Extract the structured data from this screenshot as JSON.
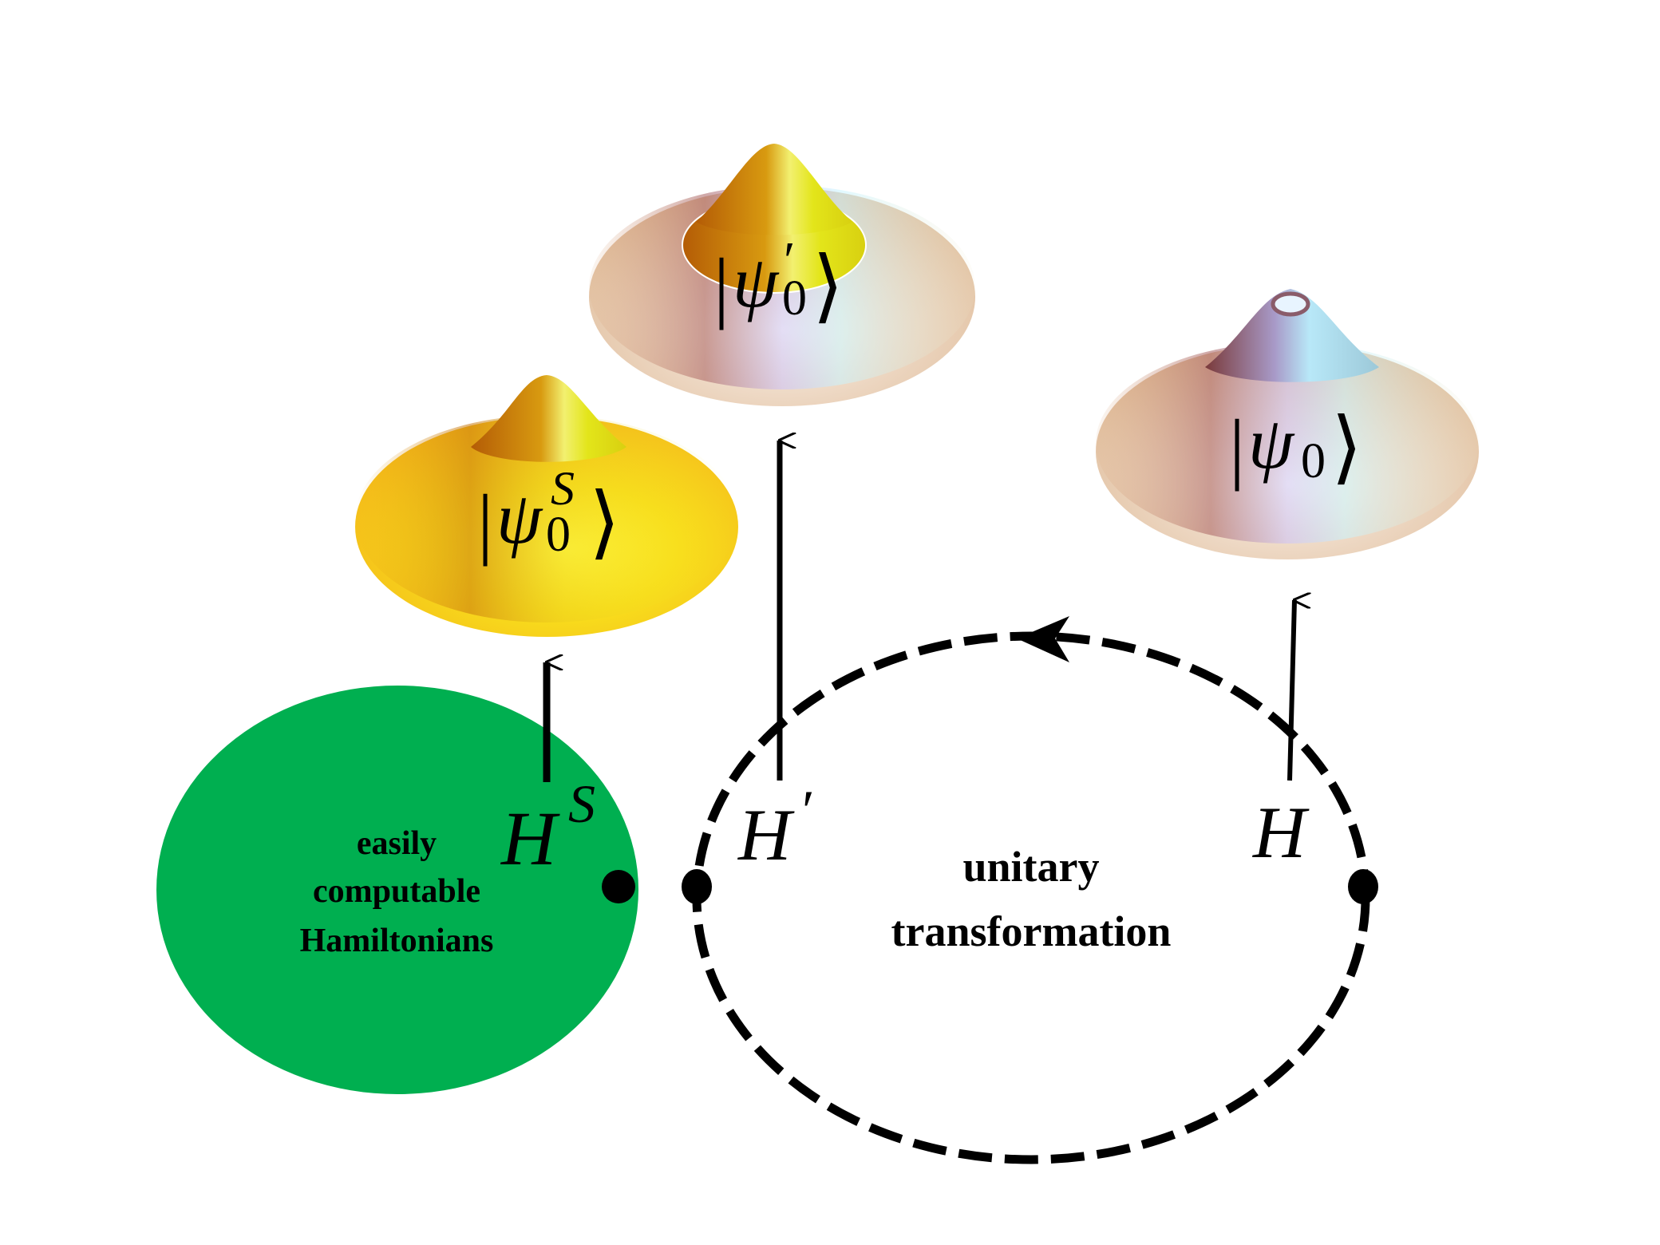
{
  "diagram": {
    "colors": {
      "green_region": "#00AF50",
      "background": "#FFFFFF",
      "line": "#000000",
      "yellow_surface": "#F5C518",
      "pastel_surface": "#E2C9A8"
    },
    "green_region": {
      "label_lines": [
        "easily",
        "computable",
        "Hamiltonians"
      ]
    },
    "loop": {
      "label_lines": [
        "unitary",
        "transformation"
      ],
      "direction": "counterclockwise"
    },
    "hamiltonians": {
      "hs": {
        "base": "H",
        "sup": "S"
      },
      "hprime": {
        "base": "H",
        "prime": "′"
      },
      "h": {
        "base": "H"
      }
    },
    "states": {
      "psi_s": {
        "open": "|",
        "symbol": "ψ",
        "sub": "0",
        "sup": "S",
        "close": "⟩"
      },
      "psi_prime": {
        "open": "|",
        "symbol": "ψ",
        "sub": "0",
        "prime": "′",
        "close": "⟩"
      },
      "psi": {
        "open": "|",
        "symbol": "ψ",
        "sub": "0",
        "close": "⟩"
      }
    }
  }
}
